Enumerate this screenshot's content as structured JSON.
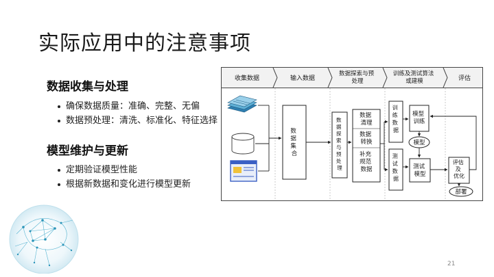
{
  "slide": {
    "title": "实际应用中的注意事项",
    "page_number": "21"
  },
  "sections": [
    {
      "heading": "数据收集与处理",
      "bullets": [
        "确保数据质量：准确、完整、无偏",
        "数据预处理：清洗、标准化、特征选择"
      ]
    },
    {
      "heading": "模型维护与更新",
      "bullets": [
        "定期验证模型性能",
        "根据新数据和变化进行模型更新"
      ]
    }
  ],
  "diagram": {
    "stages": [
      "收集数据",
      "输入数据",
      "数据探索与预处理",
      "训练及测试算法或建模",
      "评估"
    ],
    "stage_lines": [
      [
        "收集数据"
      ],
      [
        "输入数据"
      ],
      [
        "数据探索与预",
        "处理"
      ],
      [
        "训练及测试算法",
        "或建模"
      ],
      [
        "评估"
      ]
    ],
    "data_set": [
      "数",
      "据",
      "集",
      "合"
    ],
    "explore_preprocess": [
      "数",
      "据",
      "探",
      "索",
      "与",
      "预",
      "处",
      "理"
    ],
    "clean": [
      "数据",
      "清理"
    ],
    "transform": [
      "数据",
      "转换"
    ],
    "supplement": [
      "补充",
      "规范",
      "数据"
    ],
    "train_data": [
      "训",
      "练",
      "数",
      "据"
    ],
    "model_train": [
      "模型",
      "训练"
    ],
    "model": "模型",
    "test_data": [
      "测",
      "试",
      "数",
      "据"
    ],
    "test_model": [
      "测试",
      "模型"
    ],
    "evaluate_optimize": [
      "评估",
      "及",
      "优化"
    ],
    "deploy": "部署"
  },
  "icons": {
    "documents": "stacked-documents-icon",
    "database": "database-cylinder-icon",
    "webpage": "webpage-icon",
    "brain": "brain-network-orb-image"
  },
  "colors": {
    "document_fill": "#5fb0d6",
    "webpage_frame": "#3a5fc4",
    "orb_network": "#3aa7c9"
  }
}
